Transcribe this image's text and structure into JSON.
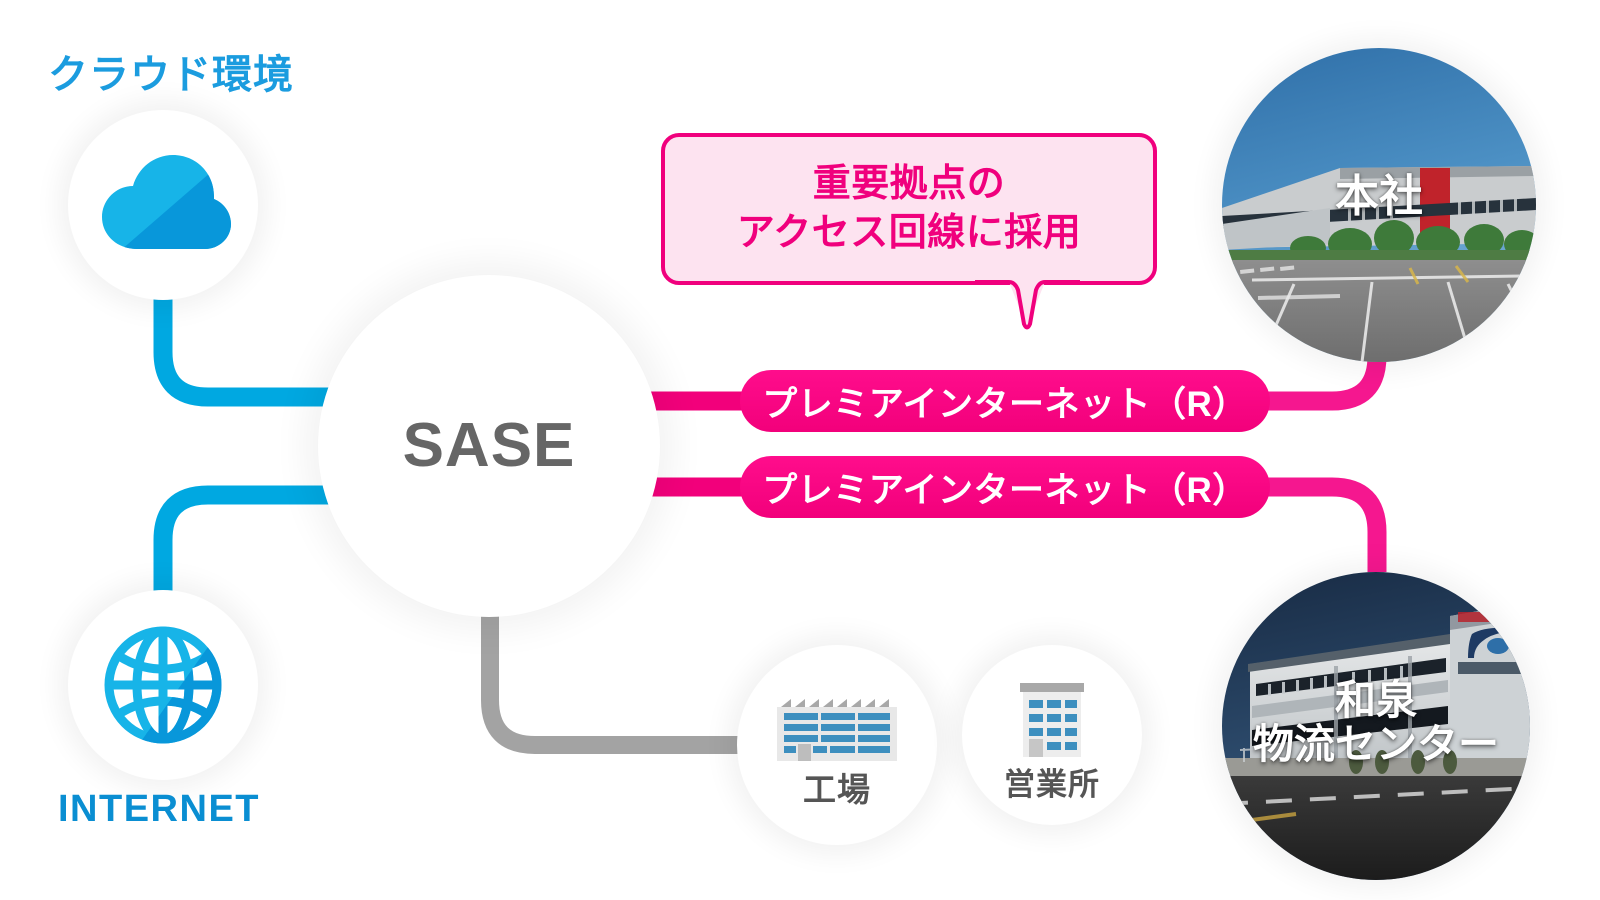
{
  "figure": {
    "title": "SASE network topology diagram",
    "background": "#ffffff"
  },
  "colors": {
    "blue_line": "#00A8E1",
    "blue_heading": "#1B9CDF",
    "blue_internet_label": "#0A8ED2",
    "pink": "#F2007B",
    "pink_light_fill": "#FDE3F0",
    "gray_line": "#A3A3A3",
    "sase_text": "#666666",
    "icon_blue": "#3D8FBF",
    "icon_gray": "#E4E4E4"
  },
  "headings": {
    "cloud": "クラウド環境",
    "internet": "INTERNET"
  },
  "nodes": {
    "cloud": {
      "label": "クラウド環境",
      "icon": "cloud-icon"
    },
    "internet": {
      "label": "INTERNET",
      "icon": "globe-icon"
    },
    "sase": {
      "label": "SASE"
    },
    "factory": {
      "label": "工場",
      "icon": "factory-building-icon"
    },
    "office": {
      "label": "営業所",
      "icon": "office-building-icon"
    },
    "headquarters": {
      "label": "本社",
      "icon": "headquarters-photo"
    },
    "logistics_center": {
      "label": "和泉\n物流センター",
      "icon": "logistics-center-photo"
    }
  },
  "links": [
    {
      "id": "link-hq",
      "label": "プレミアインターネット（R）",
      "color": "#F2007B",
      "from": "sase",
      "to": "headquarters"
    },
    {
      "id": "link-logistics",
      "label": "プレミアインターネット（R）",
      "color": "#F2007B",
      "from": "sase",
      "to": "logistics_center"
    }
  ],
  "callout": {
    "text": "重要拠点の\nアクセス回線に採用",
    "border_color": "#F0007D",
    "fill_color": "#FDE3F0",
    "points_to": "link-hq"
  }
}
